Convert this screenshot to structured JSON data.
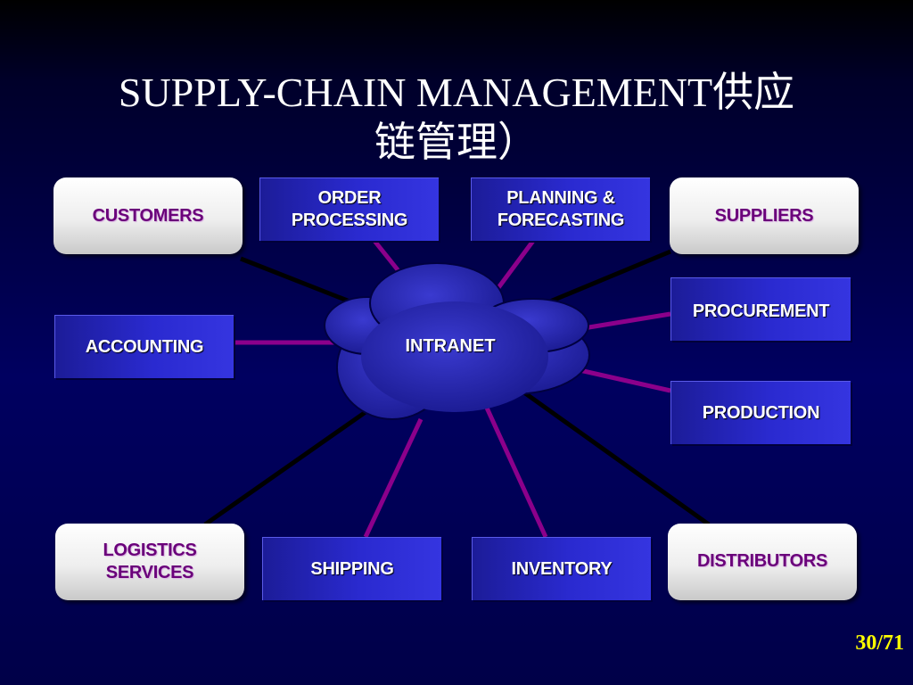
{
  "slide": {
    "title": "SUPPLY-CHAIN MANAGEMENT供应\n链管理）",
    "page_number": "30/71"
  },
  "hub": {
    "label": "INTRANET"
  },
  "nodes": {
    "customers": "CUSTOMERS",
    "order_processing": "ORDER\nPROCESSING",
    "planning_forecasting": "PLANNING &\nFORECASTING",
    "suppliers": "SUPPLIERS",
    "procurement": "PROCUREMENT",
    "accounting": "ACCOUNTING",
    "production": "PRODUCTION",
    "logistics_services": "LOGISTICS\nSERVICES",
    "shipping": "SHIPPING",
    "inventory": "INVENTORY",
    "distributors": "DISTRIBUTORS"
  },
  "colors": {
    "background": "#000060",
    "title_text": "#ffffff",
    "internal_box": "#2a2ad0",
    "external_pill": "#ffffff",
    "external_text": "#6a007a",
    "internal_connector": "#8b008b",
    "external_connector": "#000000",
    "cloud": "#2a2ab8",
    "page_number": "#ffff00"
  }
}
